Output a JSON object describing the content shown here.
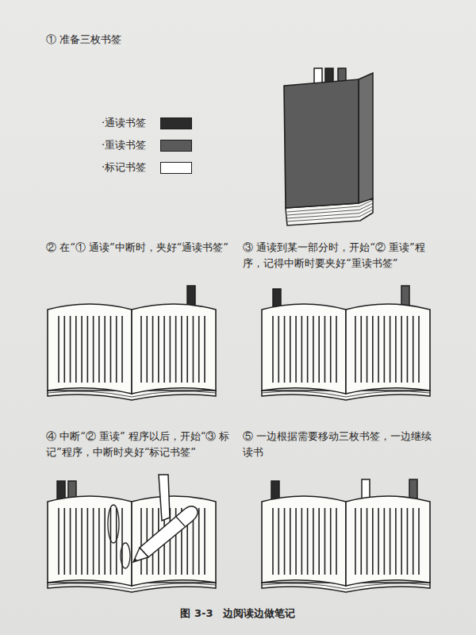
{
  "diagram": {
    "caption": "图 3-3　边阅读边做笔记",
    "labels": [
      "① 准备三枚书签",
      "② 在“① 通读”中断时，夹好“通读书签”",
      "③ 通读到某一部分时，开始“② 重读”程序，记得中断时要夹好“重读书签”",
      "④ 中断“② 重读” 程序以后，开始“③ 标记”程序，中断时夹好“标记书签”",
      "⑤ 一边根据需要移动三枚书签，一边继续读书"
    ],
    "legend": [
      {
        "text": "·通读书签",
        "color": "#2b2b2b"
      },
      {
        "text": "·重读书签",
        "color": "#5a5a5a"
      },
      {
        "text": "·标记书签",
        "color": "#ffffff"
      }
    ]
  }
}
